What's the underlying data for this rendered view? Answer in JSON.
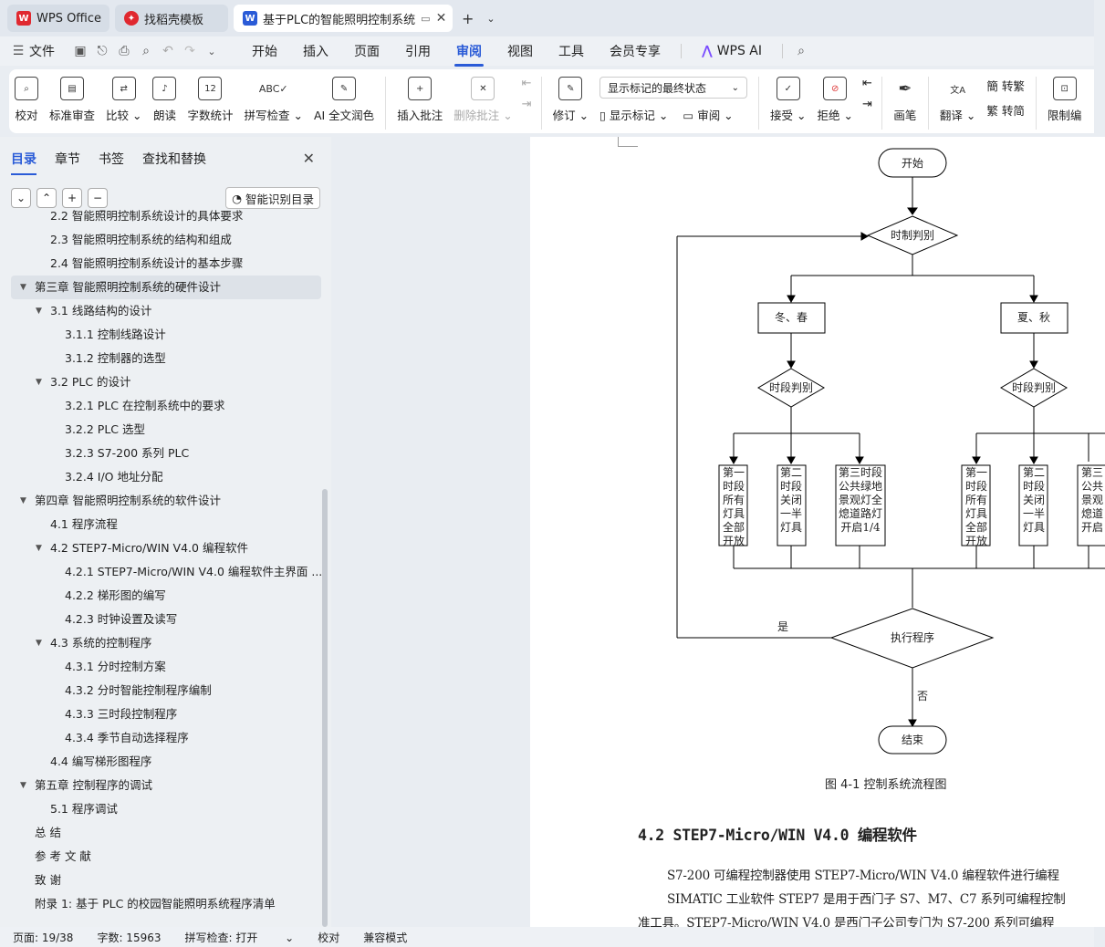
{
  "tabs": [
    {
      "label": "WPS Office",
      "icon": "wps-logo-icon",
      "color": "#e0282f"
    },
    {
      "label": "找稻壳模板",
      "icon": "docer-logo-icon",
      "color": "#e0282f"
    },
    {
      "label": "基于PLC的智能照明控制系统",
      "icon": "word-doc-icon",
      "color": "#2a5bd7"
    }
  ],
  "menu": {
    "file": "文件",
    "items": [
      "开始",
      "插入",
      "页面",
      "引用",
      "审阅",
      "视图",
      "工具",
      "会员专享"
    ],
    "active": "审阅",
    "ai": "WPS AI"
  },
  "ribbon": {
    "proof": "校对",
    "std_review": "标准审查",
    "compare": "比较",
    "read": "朗读",
    "word_count": "字数统计",
    "spell_check": "拼写检查",
    "ai_polish": "AI 全文润色",
    "insert_comment": "插入批注",
    "delete_comment": "删除批注",
    "revise": "修订",
    "markup_select": "显示标记的最终状态",
    "show_markup": "显示标记",
    "review": "审阅",
    "accept": "接受",
    "reject": "拒绝",
    "pen": "画笔",
    "translate": "翻译",
    "to_trad": "转繁",
    "to_simp": "转简",
    "limit_edit": "限制编"
  },
  "sidebar": {
    "tabs": [
      "目录",
      "章节",
      "书签",
      "查找和替换"
    ],
    "smart_button": "智能识别目录",
    "toc": [
      {
        "level": 2,
        "text": "2.2  智能照明控制系统设计的具体要求",
        "arrow": false
      },
      {
        "level": 2,
        "text": "2.3  智能照明控制系统的结构和组成",
        "arrow": false
      },
      {
        "level": 2,
        "text": "2.4  智能照明控制系统设计的基本步骤",
        "arrow": false
      },
      {
        "level": 1,
        "text": "第三章  智能照明控制系统的硬件设计",
        "arrow": true,
        "selected": true
      },
      {
        "level": 2,
        "text": "3.1 线路结构的设计",
        "arrow": true
      },
      {
        "level": 3,
        "text": "3.1.1  控制线路设计",
        "arrow": false
      },
      {
        "level": 3,
        "text": "3.1.2  控制器的选型",
        "arrow": false
      },
      {
        "level": 2,
        "text": "3.2 PLC 的设计",
        "arrow": true
      },
      {
        "level": 3,
        "text": "3.2.1 PLC 在控制系统中的要求",
        "arrow": false
      },
      {
        "level": 3,
        "text": "3.2.2 PLC 选型",
        "arrow": false
      },
      {
        "level": 3,
        "text": "3.2.3 S7-200 系列 PLC",
        "arrow": false
      },
      {
        "level": 3,
        "text": "3.2.4 I/O 地址分配",
        "arrow": false
      },
      {
        "level": 1,
        "text": "第四章  智能照明控制系统的软件设计",
        "arrow": true
      },
      {
        "level": 2,
        "text": "4.1  程序流程",
        "arrow": false
      },
      {
        "level": 2,
        "text": "4.2 STEP7-Micro/WIN V4.0 编程软件",
        "arrow": true
      },
      {
        "level": 3,
        "text": "4.2.1 STEP7-Micro/WIN V4.0 编程软件主界面 ...",
        "arrow": false
      },
      {
        "level": 3,
        "text": "4.2.2  梯形图的编写",
        "arrow": false
      },
      {
        "level": 3,
        "text": "4.2.3  时钟设置及读写",
        "arrow": false
      },
      {
        "level": 2,
        "text": "4.3  系统的控制程序",
        "arrow": true
      },
      {
        "level": 3,
        "text": "4.3.1  分时控制方案",
        "arrow": false
      },
      {
        "level": 3,
        "text": "4.3.2  分时智能控制程序编制",
        "arrow": false
      },
      {
        "level": 3,
        "text": "4.3.3  三时段控制程序",
        "arrow": false
      },
      {
        "level": 3,
        "text": "4.3.4  季节自动选择程序",
        "arrow": false
      },
      {
        "level": 2,
        "text": "4.4  编写梯形图程序",
        "arrow": false
      },
      {
        "level": 1,
        "text": "第五章  控制程序的调试",
        "arrow": true
      },
      {
        "level": 2,
        "text": "5.1  程序调试",
        "arrow": false
      },
      {
        "level": 1,
        "text": "总    结",
        "arrow": false
      },
      {
        "level": 1,
        "text": "参 考 文 献",
        "arrow": false
      },
      {
        "level": 1,
        "text": "致    谢",
        "arrow": false
      },
      {
        "level": 1,
        "text": "附录 1:  基于 PLC 的校园智能照明系统程序清单",
        "arrow": false
      }
    ]
  },
  "flowchart": {
    "start": "开始",
    "timing": "时制判别",
    "winter": "冬、春",
    "summer": "夏、秋",
    "period": "时段判别",
    "box1": [
      "第一",
      "时段",
      "所有",
      "灯具",
      "全部",
      "开放"
    ],
    "box2": [
      "第二",
      "时段",
      "关闭",
      "一半",
      "灯具"
    ],
    "box3": [
      "第三时段",
      "公共绿地",
      "景观灯全",
      "熄道路灯",
      "开启1/4"
    ],
    "box3_cut": [
      "第三",
      "公共",
      "景观",
      "熄道",
      "开启"
    ],
    "execute": "执行程序",
    "yes": "是",
    "no": "否",
    "end": "结束"
  },
  "document": {
    "caption": "图 4-1 控制系统流程图",
    "heading": "4.2 STEP7-Micro/WIN V4.0 编程软件",
    "p1": "S7-200 可编程控制器使用 STEP7-Micro/WIN V4.0 编程软件进行编程",
    "p2": "SIMATIC 工业软件 STEP7 是用于西门子 S7、M7、C7 系列可编程控制",
    "p3": "准工具。STEP7-Micro/WIN V4.0 是西门子公司专门为 S7-200 系列可编程"
  },
  "status": {
    "page": "页面: 19/38",
    "words": "字数: 15963",
    "spell": "拼写检查: 打开",
    "proof": "校对",
    "compat": "兼容模式"
  }
}
